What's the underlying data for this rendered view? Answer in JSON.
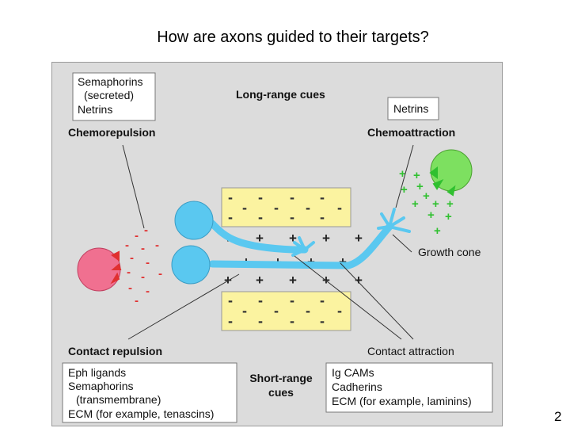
{
  "slide": {
    "title": "How are axons guided to their targets?",
    "page_number": "2"
  },
  "diagram": {
    "long_range_label": "Long-range cues",
    "short_range_label_1": "Short-range",
    "short_range_label_2": "cues",
    "chemorepulsion": {
      "heading": "Chemorepulsion",
      "box_lines": [
        "Semaphorins",
        "(secreted)",
        "Netrins"
      ]
    },
    "chemoattraction": {
      "heading": "Chemoattraction",
      "box_lines": [
        "Netrins"
      ]
    },
    "growth_cone_label": "Growth cone",
    "contact_repulsion": {
      "heading": "Contact repulsion",
      "box_lines": [
        "Eph ligands",
        "Semaphorins",
        "(transmembrane)",
        "ECM (for example, tenascins)"
      ]
    },
    "contact_attraction": {
      "heading": "Contact attraction",
      "box_lines": [
        "Ig CAMs",
        "Cadherins",
        "ECM (for example, laminins)"
      ]
    },
    "signs": {
      "minus": "-",
      "plus": "+"
    },
    "colors": {
      "background": "#dcdcdc",
      "neuron": "#5ac8f0",
      "repulsive_target": "#f07090",
      "attractive_target": "#7de060",
      "minus_sign": "#e03030",
      "plus_sign": "#30c030",
      "cell_band": "#fbf3a0"
    }
  }
}
